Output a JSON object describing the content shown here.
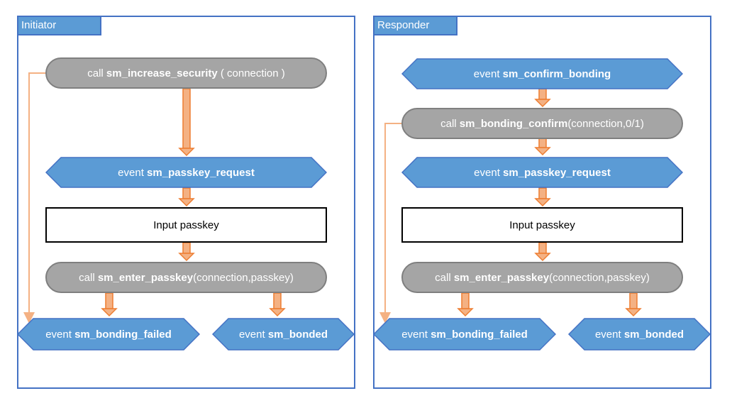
{
  "colors": {
    "border": "#4472c4",
    "event_fill": "#5b9bd5",
    "call_fill": "#a5a5a5",
    "call_border": "#7f7f7f",
    "arrow": "#ed7d31",
    "arrow_fill": "#f4b183"
  },
  "initiator": {
    "title": "Initiator",
    "call_increase": {
      "prefix": "call ",
      "fn": "sm_increase_security",
      "suffix": " ( connection )"
    },
    "ev_passkey_request": {
      "prefix": "event ",
      "fn": "sm_passkey_request"
    },
    "input_passkey": "Input passkey",
    "call_enter": {
      "prefix": "call ",
      "fn": "sm_enter_passkey",
      "suffix": "(connection,passkey)"
    },
    "ev_failed": {
      "prefix": "event ",
      "fn": "sm_bonding_failed"
    },
    "ev_bonded": {
      "prefix": "event ",
      "fn": "sm_bonded"
    }
  },
  "responder": {
    "title": "Responder",
    "ev_confirm": {
      "prefix": "event ",
      "fn": "sm_confirm_bonding"
    },
    "call_confirm": {
      "prefix": "call ",
      "fn": "sm_bonding_confirm",
      "suffix": "(connection,0/1)"
    },
    "ev_passkey_request": {
      "prefix": "event ",
      "fn": "sm_passkey_request"
    },
    "input_passkey": "Input passkey",
    "call_enter": {
      "prefix": "call ",
      "fn": "sm_enter_passkey",
      "suffix": "(connection,passkey)"
    },
    "ev_failed": {
      "prefix": "event ",
      "fn": "sm_bonding_failed"
    },
    "ev_bonded": {
      "prefix": "event ",
      "fn": "sm_bonded"
    }
  }
}
